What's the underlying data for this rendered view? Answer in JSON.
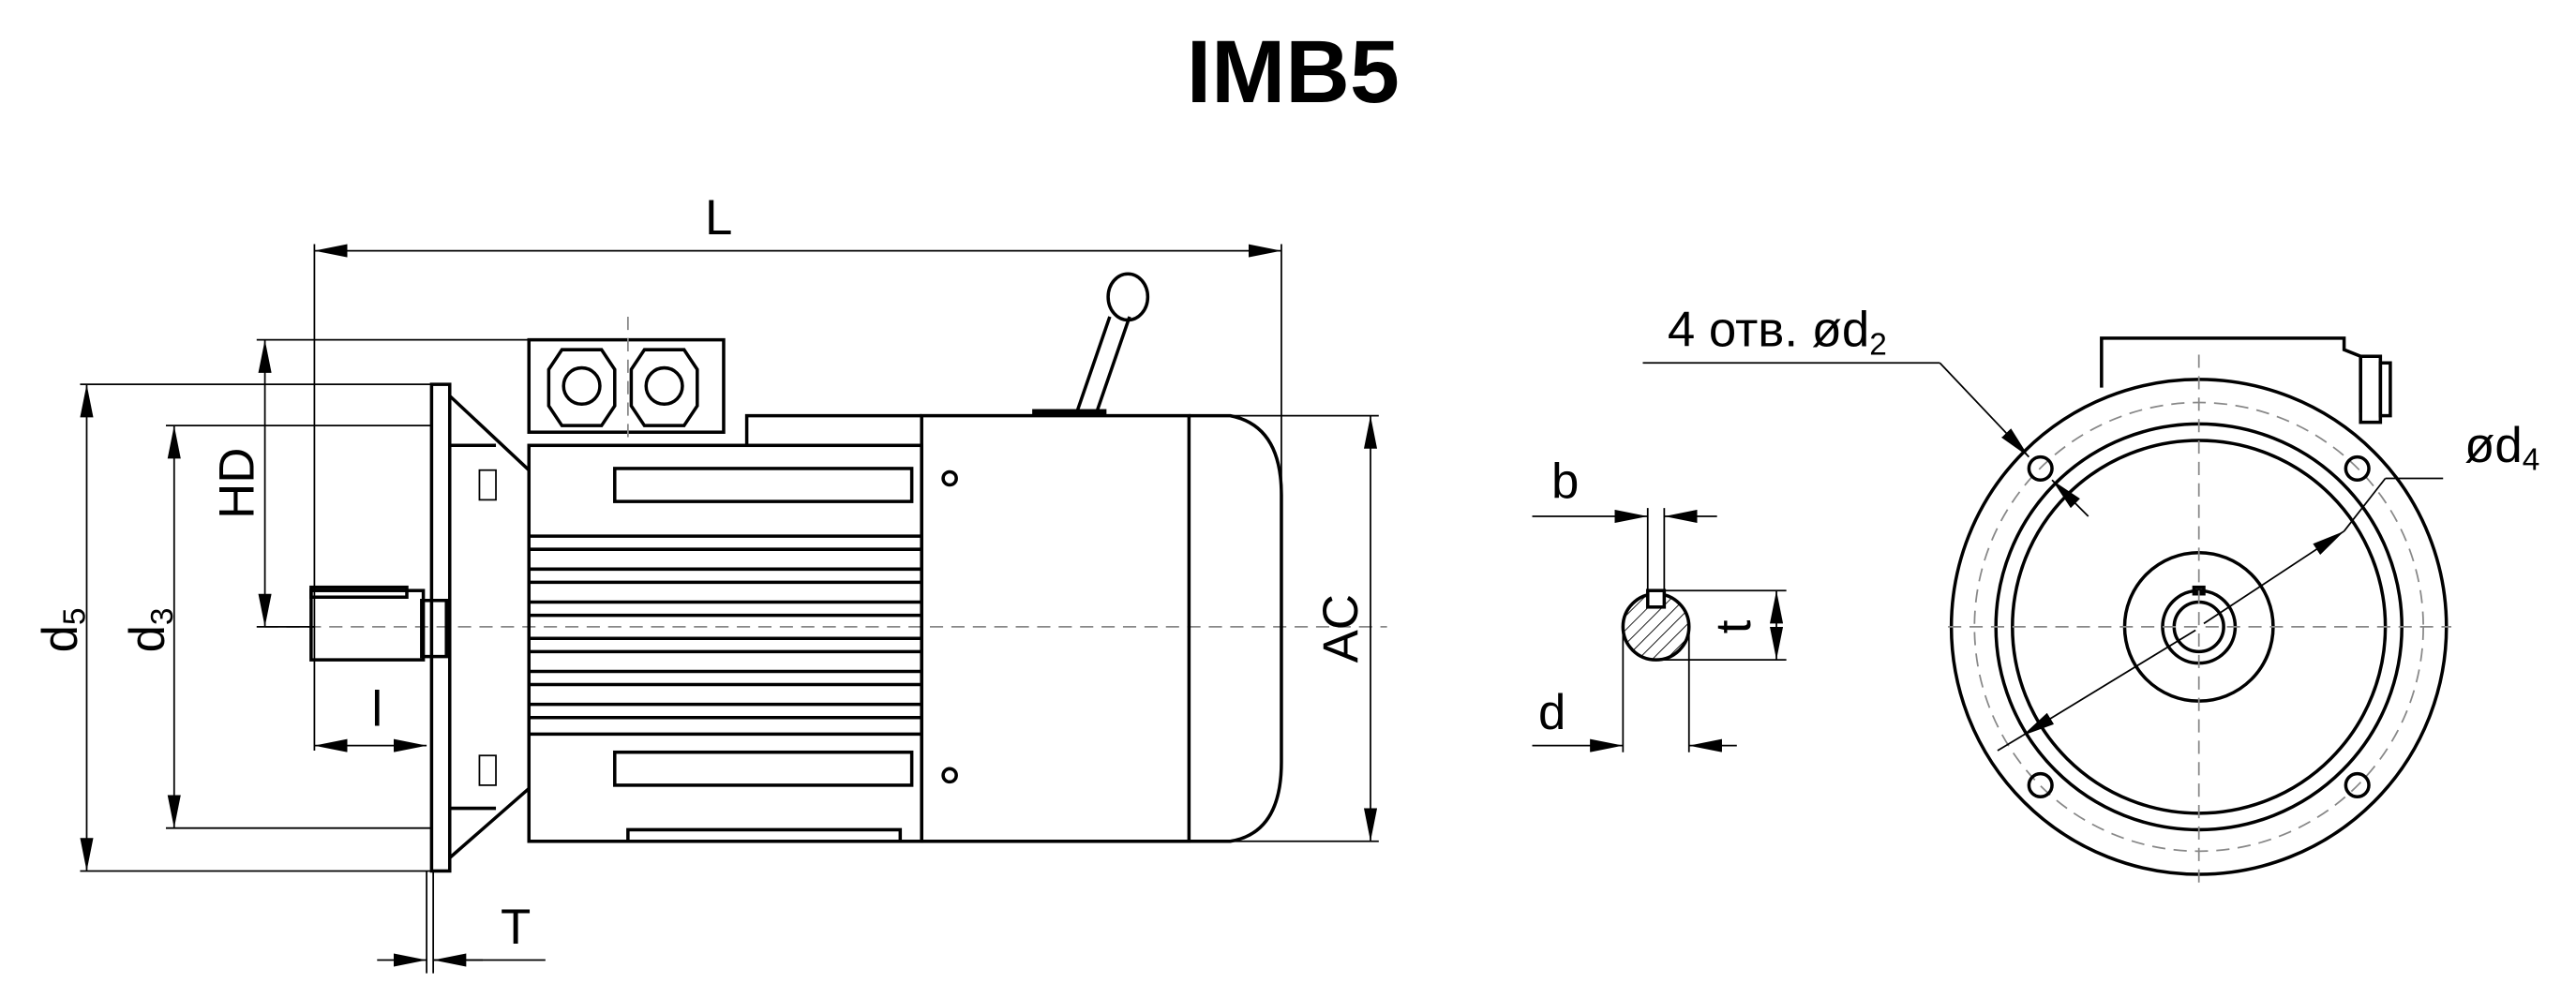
{
  "title": "IMB5",
  "labels": {
    "L": "L",
    "HD": "HD",
    "AC": "AC",
    "l": "l",
    "T": "T",
    "d5": {
      "main": "d",
      "sub": "5"
    },
    "d3": {
      "main": "d",
      "sub": "3"
    },
    "b": "b",
    "t": "t",
    "d": "d",
    "holes": {
      "main": "4 отв. ød",
      "sub": "2"
    },
    "d4": {
      "main": "ød",
      "sub": "4"
    }
  }
}
